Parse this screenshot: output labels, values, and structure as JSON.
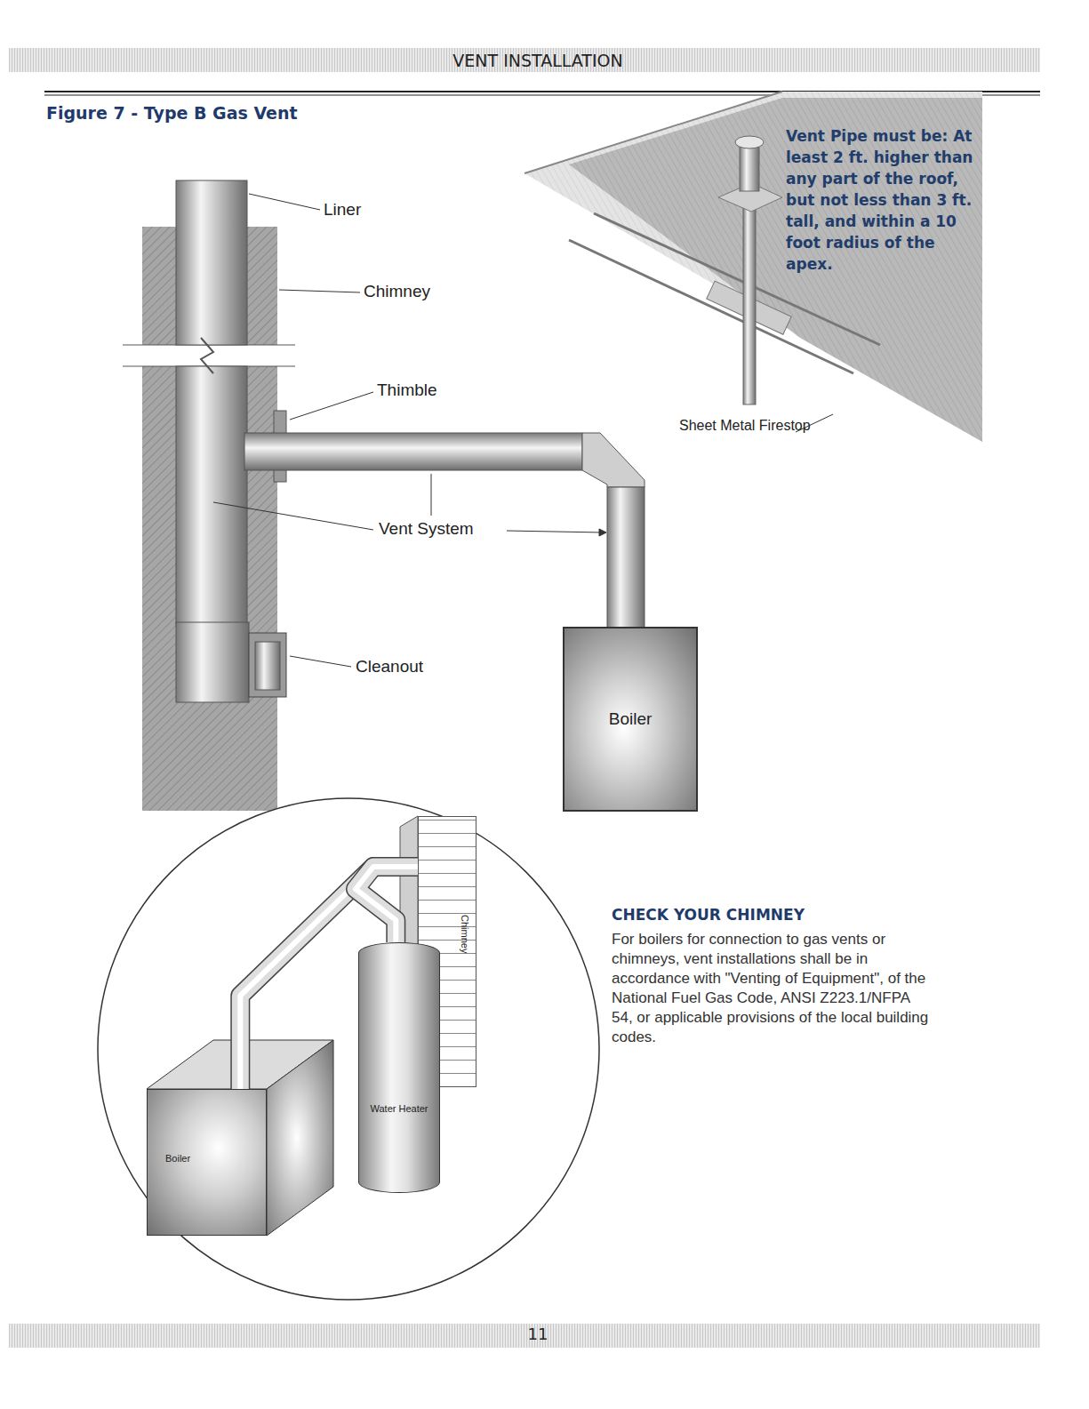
{
  "diagram": {
    "title": "Figure 7 - Type B Gas Vent",
    "nodes": [
      {
        "text": [
          "Boiler"
        ]
      },
      {
        "text": [
          "Boiler"
        ]
      },
      {
        "text": [
          "Water Heater"
        ]
      },
      {
        "text": [
          "Chimney"
        ]
      }
    ],
    "edges": [
      {
        "from": 1,
        "to": 3,
        "arrow": "none"
      },
      {
        "from": 2,
        "to": 3,
        "arrow": "none"
      }
    ],
    "labels": [
      "VENT INSTALLATION",
      "Liner",
      "Chimney",
      "Thimble",
      "Vent System",
      "Cleanout",
      "Sheet Metal Firestop",
      "Vent Pipe must be: At least 2 ft. higher than any part of the roof, but not less than 3 ft. tall, and within a 10 foot radius of the apex.",
      "CHECK YOUR CHIMNEY",
      "For boilers for connection to gas vents or chimneys, vent installations shall be in accordance with \"Venting of Equipment\", of the National Fuel Gas Code, ANSI Z223.1/NFPA 54, or applicable provisions of the local building codes.",
      "11"
    ]
  }
}
